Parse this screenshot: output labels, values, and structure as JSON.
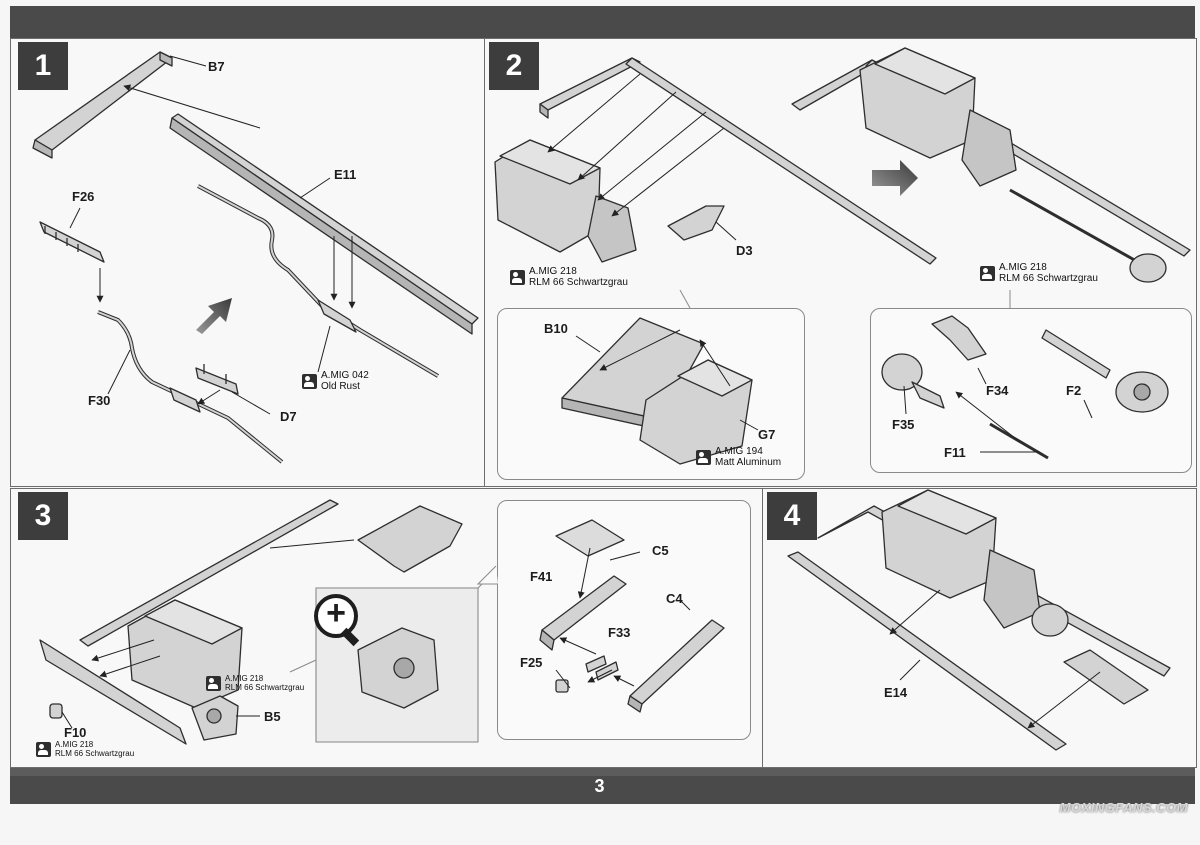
{
  "page_number": "3",
  "watermark": "MOXINGFANS.COM",
  "steps": [
    {
      "number": "1",
      "labels": [
        "B7",
        "E11",
        "F26",
        "F30",
        "D7"
      ],
      "paint": [
        {
          "code": "A.MIG 042",
          "color": "Old Rust"
        }
      ]
    },
    {
      "number": "2",
      "labels": [
        "D3",
        "B10",
        "G7",
        "F34",
        "F2",
        "F35",
        "F11"
      ],
      "paint": [
        {
          "code": "A.MIG 218",
          "color": "RLM 66 Schwartzgrau"
        },
        {
          "code": "A.MIG 218",
          "color": "RLM 66 Schwartzgrau"
        },
        {
          "code": "A.MIG 194",
          "color": "Matt Aluminum"
        }
      ]
    },
    {
      "number": "3",
      "labels": [
        "B5",
        "F10",
        "F41",
        "C5",
        "C4",
        "F33",
        "F25"
      ],
      "paint": [
        {
          "code": "A.MIG 218",
          "color": "RLM 66 Schwartzgrau"
        },
        {
          "code": "A.MIG 218",
          "color": "RLM 66 Schwartzgrau"
        }
      ]
    },
    {
      "number": "4",
      "labels": [
        "E14"
      ]
    }
  ],
  "colors": {
    "band": "#4a4a4a",
    "step_badge": "#3d3d3d",
    "part_fill": "#d2d2d2",
    "line": "#333333"
  },
  "icons": {
    "paint": "paint-figure-icon",
    "zoom": "magnifier-plus-icon",
    "arrow": "assembly-arrow-icon"
  }
}
